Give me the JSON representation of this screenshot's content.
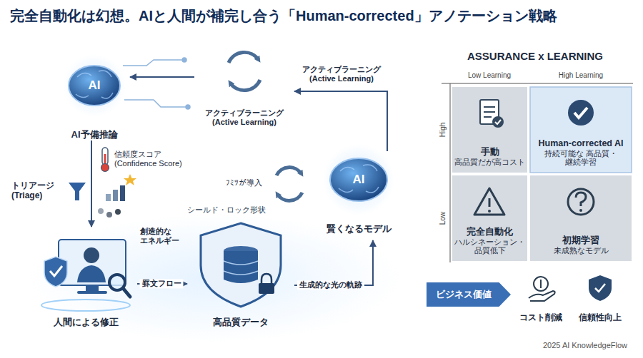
{
  "diagram": {
    "title": "完全自動化は幻想。AIと人間が補完し合う「Human-corrected」アノテーション戦略",
    "nodes": [
      {
        "text": [
          "AI",
          "AI予備推論"
        ]
      },
      {
        "text": [
          "信頼度スコア (Confidence Score)"
        ]
      },
      {
        "text": [
          "トリアージ (Triage)"
        ]
      },
      {
        "text": [
          "人間による修正"
        ]
      },
      {
        "text": [
          "シールド・ロック形状",
          "高品質データ"
        ]
      },
      {
        "text": [
          "AI",
          "賢くなるモデル"
        ]
      },
      {
        "text": [
          "アクティブラーニング (Active Learning)"
        ]
      },
      {
        "text": [
          "ASSURANCE x LEARNING"
        ]
      },
      {
        "text": [
          "手動",
          "高品質だが高コスト"
        ],
        "in": 7
      },
      {
        "text": [
          "Human-corrected AI",
          "持続可能な 高品質・継続学習"
        ],
        "in": 7
      },
      {
        "text": [
          "完全自動化",
          "ハルシネーション・ 品質低下"
        ],
        "in": 7
      },
      {
        "text": [
          "初期学習",
          "未成熟なモデル"
        ],
        "in": 7
      },
      {
        "text": [
          "ビジネス価値"
        ]
      },
      {
        "text": [
          "コスト削減"
        ]
      },
      {
        "text": [
          "信頼性向上"
        ]
      }
    ],
    "edges": [
      {
        "from": 0,
        "to": 3,
        "arrow": "to"
      },
      {
        "from": 3,
        "to": 4,
        "label": "罫文フロー",
        "arrow": "to"
      },
      {
        "from": 4,
        "to": 5,
        "label": "生成的な光の軌跡",
        "arrow": "to"
      },
      {
        "from": 5,
        "to": 6,
        "label": "アクティブラーニング (Active Learning)",
        "arrow": "to"
      },
      {
        "from": 6,
        "to": 0,
        "arrow": "to"
      }
    ],
    "labels": [
      "創造的な エネルギー",
      "ﾌﾐﾂが導入",
      "Low Learning",
      "High Learning",
      "High",
      "Low",
      "2025 AI KnowledgeFlow"
    ]
  }
}
